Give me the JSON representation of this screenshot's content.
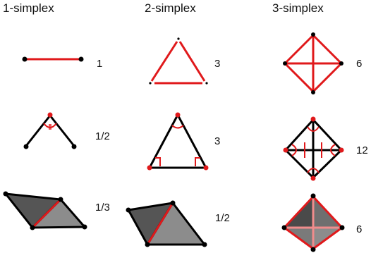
{
  "headers": [
    "1-simplex",
    "2-simplex",
    "3-simplex"
  ],
  "counts": [
    [
      "1",
      "3",
      "6"
    ],
    [
      "1/2",
      "3",
      "12"
    ],
    [
      "1/3",
      "1/2",
      "6"
    ]
  ],
  "colors": {
    "edge_highlight": "#e0191b",
    "edge_plain": "#000000",
    "vertex": "#000000",
    "vertex_highlight": "#e0191b",
    "face_dark": "#555555",
    "face_mid": "#6f6f6f",
    "face_light": "#8c8c8c",
    "edge_faint": "#f08c8c"
  }
}
